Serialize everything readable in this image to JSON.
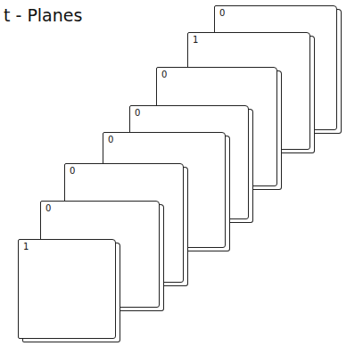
{
  "diagram": {
    "title": "t - Planes",
    "nodes": [
      {
        "text": [
          "0"
        ]
      },
      {
        "text": [
          "1"
        ]
      },
      {
        "text": [
          "0"
        ]
      },
      {
        "text": [
          "0"
        ]
      },
      {
        "text": [
          "0"
        ]
      },
      {
        "text": [
          "0"
        ]
      },
      {
        "text": [
          "0"
        ]
      },
      {
        "text": [
          "1"
        ]
      }
    ]
  }
}
